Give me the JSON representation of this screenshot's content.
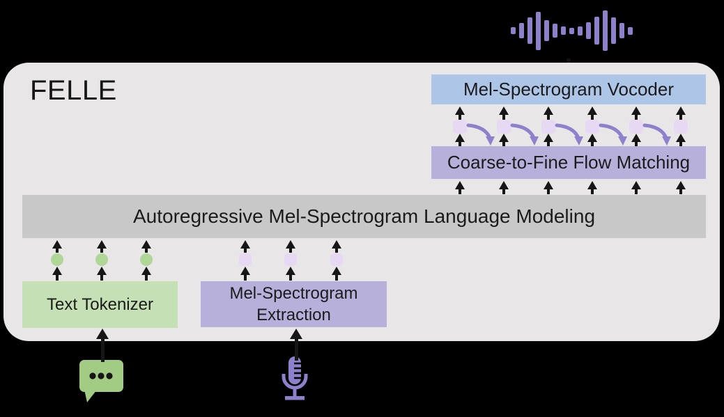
{
  "title": "FELLE",
  "blocks": {
    "vocoder": {
      "label": "Mel-Spectrogram Vocoder",
      "color": "#ADC6E8"
    },
    "flow_matching": {
      "label": "Coarse-to-Fine Flow Matching",
      "color": "#B7B0DB"
    },
    "ar_lm": {
      "label": "Autoregressive Mel-Spectrogram Language Modeling",
      "color": "#C9C8C8"
    },
    "text_tokenizer": {
      "label": "Text Tokenizer",
      "color": "#C5E0B4"
    },
    "mel_extraction": {
      "label": "Mel-Spectrogram Extraction",
      "line1": "Mel-Spectrogram",
      "line2": "Extraction",
      "color": "#B7B0DB"
    }
  },
  "tokens": {
    "text_tokens": {
      "count": 3,
      "shape": "circle",
      "color": "#AFD696"
    },
    "mel_tokens": {
      "count": 3,
      "shape": "rounded-square",
      "color": "#E7D8F3"
    },
    "coarse_tokens": {
      "count": 6,
      "shape": "rounded-square",
      "color": "#E7D8F3"
    }
  },
  "icons": {
    "waveform": "audio-waveform",
    "chat_bubble": "chat-bubble",
    "microphone": "microphone"
  },
  "waveform": {
    "bar_color": "#8E81CB",
    "bar_heights": [
      10,
      22,
      38,
      55,
      30,
      20,
      12,
      9,
      13,
      24,
      40,
      58,
      38,
      22,
      11
    ]
  },
  "colors": {
    "background": "#000000",
    "panel": "#E8E6E6",
    "arrow_black": "#161616",
    "flow_arrow_purple": "#8E81CB",
    "icon_green": "#A2CC84",
    "icon_purple": "#8E81CB"
  }
}
